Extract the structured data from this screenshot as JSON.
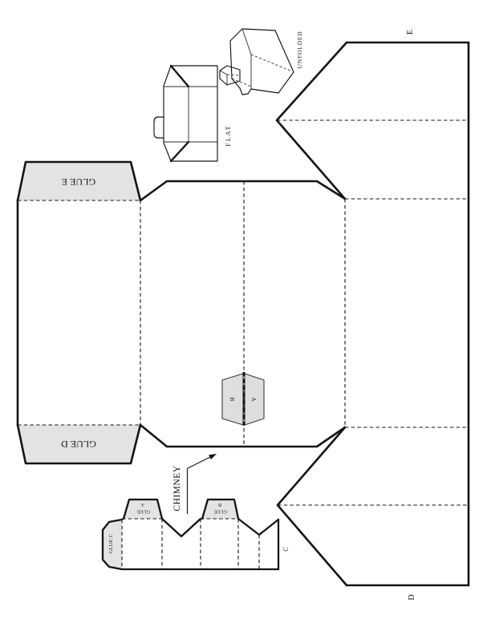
{
  "page": {
    "background": "#ffffff",
    "line_color": "#141414",
    "tab_fill": "#e3e3e3",
    "ridge_tab_fill": "#dedede"
  },
  "illustrations": {
    "flat_label": "FLAT",
    "unfolded_label": "UNFOLDED"
  },
  "house": {
    "glue_e_label": "GLUE E",
    "glue_d_label": "GLUE D",
    "gable_top_label": "E",
    "gable_bottom_label": "D",
    "ridge_tab_left_label": "B",
    "ridge_tab_right_label": "A"
  },
  "chimney": {
    "title": "CHIMNEY",
    "glue_c_label": "GLUE C",
    "glue_a": {
      "line1": "GLUE",
      "line2": "A"
    },
    "glue_b": {
      "line1": "GLUE",
      "line2": "B"
    },
    "end_label": "C"
  }
}
